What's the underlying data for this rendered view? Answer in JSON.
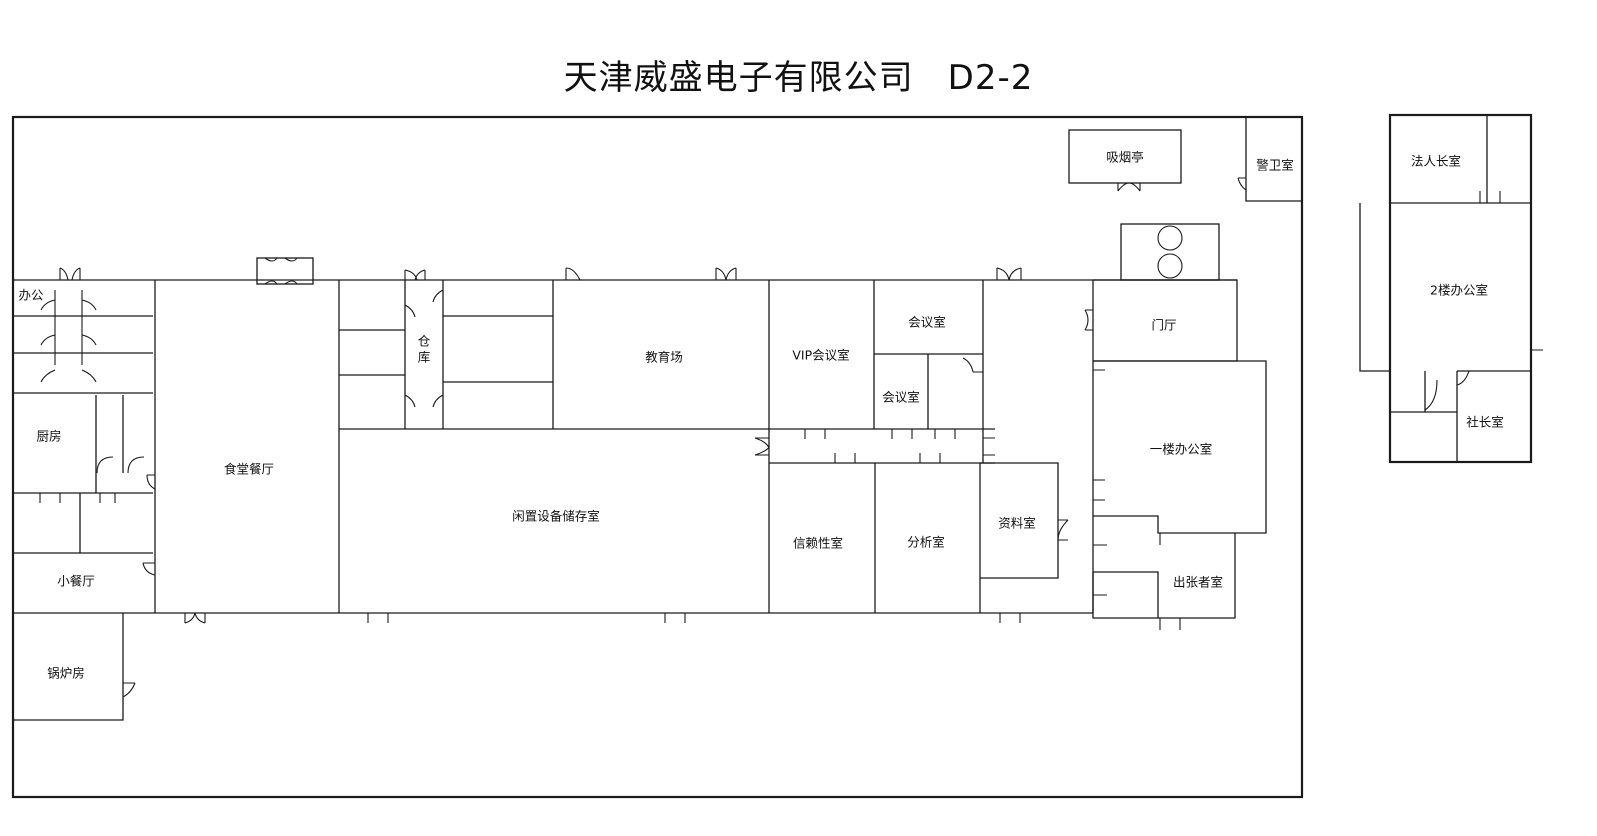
{
  "title": {
    "company": "天津威盛电子有限公司",
    "code": "D2-2"
  },
  "rooms": {
    "smoking_pavilion": "吸烟亭",
    "guard_room": "警卫室",
    "office_small": "办公",
    "kitchen": "厨房",
    "canteen": "食堂餐厅",
    "small_dining": "小餐厅",
    "boiler_room": "锅炉房",
    "warehouse_1": "仓",
    "warehouse_2": "库",
    "education": "教育场",
    "idle_storage": "闲置设备储存室",
    "vip_meeting": "VIP会议室",
    "meeting_1": "会议室",
    "meeting_2": "会议室",
    "reliability": "信赖性室",
    "analysis": "分析室",
    "archive": "资料室",
    "lobby": "门厅",
    "office_1f": "一楼办公室",
    "business_trip": "出张者室",
    "legal_rep": "法人长室",
    "office_2f": "2楼办公室",
    "president": "社长室"
  }
}
